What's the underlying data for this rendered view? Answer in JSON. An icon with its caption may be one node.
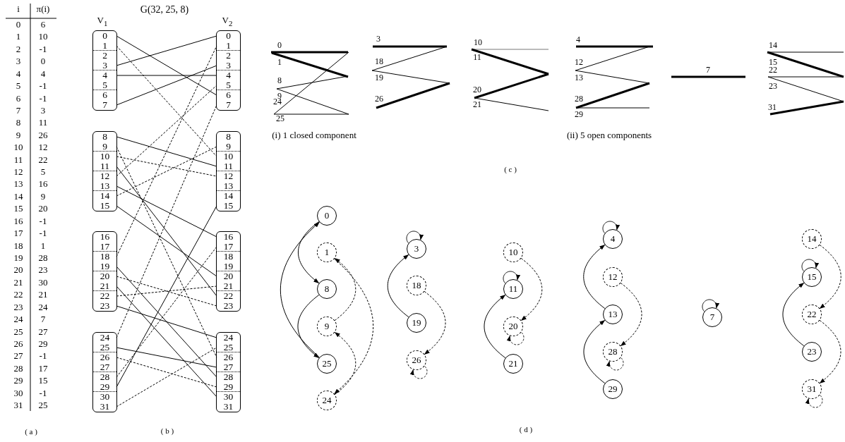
{
  "diagram": {
    "title": "G(32, 25, 8)",
    "nodes": [
      {
        "text": [],
        "shape": "box"
      },
      {
        "text": [
          "0"
        ],
        "in": 0
      },
      {
        "text": [
          "1"
        ],
        "in": 0
      },
      {
        "text": [
          "2"
        ],
        "in": 0
      },
      {
        "text": [
          "3"
        ],
        "in": 0
      },
      {
        "text": [
          "4"
        ],
        "in": 0
      },
      {
        "text": [
          "5"
        ],
        "in": 0
      },
      {
        "text": [
          "6"
        ],
        "in": 0
      },
      {
        "text": [
          "7"
        ],
        "in": 0
      },
      {
        "text": [],
        "shape": "box"
      },
      {
        "text": [
          "0"
        ],
        "in": 9
      },
      {
        "text": [
          "1"
        ],
        "in": 9
      },
      {
        "text": [
          "2"
        ],
        "in": 9
      },
      {
        "text": [
          "3"
        ],
        "in": 9
      },
      {
        "text": [
          "4"
        ],
        "in": 9
      },
      {
        "text": [
          "5"
        ],
        "in": 9
      },
      {
        "text": [
          "6"
        ],
        "in": 9
      },
      {
        "text": [
          "7"
        ],
        "in": 9
      },
      {
        "text": [],
        "shape": "box"
      },
      {
        "text": [
          "8"
        ],
        "in": 18
      },
      {
        "text": [
          "9"
        ],
        "in": 18
      },
      {
        "text": [
          "10"
        ],
        "in": 18
      },
      {
        "text": [
          "11"
        ],
        "in": 18
      },
      {
        "text": [
          "12"
        ],
        "in": 18
      },
      {
        "text": [
          "13"
        ],
        "in": 18
      },
      {
        "text": [
          "14"
        ],
        "in": 18
      },
      {
        "text": [
          "15"
        ],
        "in": 18
      },
      {
        "text": [],
        "shape": "box"
      },
      {
        "text": [
          "8"
        ],
        "in": 27
      },
      {
        "text": [
          "9"
        ],
        "in": 27
      },
      {
        "text": [
          "10"
        ],
        "in": 27
      },
      {
        "text": [
          "11"
        ],
        "in": 27
      },
      {
        "text": [
          "12"
        ],
        "in": 27
      },
      {
        "text": [
          "13"
        ],
        "in": 27
      },
      {
        "text": [
          "14"
        ],
        "in": 27
      },
      {
        "text": [
          "15"
        ],
        "in": 27
      },
      {
        "text": [],
        "shape": "box"
      },
      {
        "text": [
          "16"
        ],
        "in": 36
      },
      {
        "text": [
          "17"
        ],
        "in": 36
      },
      {
        "text": [
          "18"
        ],
        "in": 36
      },
      {
        "text": [
          "19"
        ],
        "in": 36
      },
      {
        "text": [
          "20"
        ],
        "in": 36
      },
      {
        "text": [
          "21"
        ],
        "in": 36
      },
      {
        "text": [
          "22"
        ],
        "in": 36
      },
      {
        "text": [
          "23"
        ],
        "in": 36
      },
      {
        "text": [],
        "shape": "box"
      },
      {
        "text": [
          "16"
        ],
        "in": 45
      },
      {
        "text": [
          "17"
        ],
        "in": 45
      },
      {
        "text": [
          "18"
        ],
        "in": 45
      },
      {
        "text": [
          "19"
        ],
        "in": 45
      },
      {
        "text": [
          "20"
        ],
        "in": 45
      },
      {
        "text": [
          "21"
        ],
        "in": 45
      },
      {
        "text": [
          "22"
        ],
        "in": 45
      },
      {
        "text": [
          "23"
        ],
        "in": 45
      },
      {
        "text": [],
        "shape": "box"
      },
      {
        "text": [
          "24"
        ],
        "in": 54
      },
      {
        "text": [
          "25"
        ],
        "in": 54
      },
      {
        "text": [
          "26"
        ],
        "in": 54
      },
      {
        "text": [
          "27"
        ],
        "in": 54
      },
      {
        "text": [
          "28"
        ],
        "in": 54
      },
      {
        "text": [
          "29"
        ],
        "in": 54
      },
      {
        "text": [
          "30"
        ],
        "in": 54
      },
      {
        "text": [
          "31"
        ],
        "in": 54
      },
      {
        "text": [],
        "shape": "box"
      },
      {
        "text": [
          "24"
        ],
        "in": 63
      },
      {
        "text": [
          "25"
        ],
        "in": 63
      },
      {
        "text": [
          "26"
        ],
        "in": 63
      },
      {
        "text": [
          "27"
        ],
        "in": 63
      },
      {
        "text": [
          "28"
        ],
        "in": 63
      },
      {
        "text": [
          "29"
        ],
        "in": 63
      },
      {
        "text": [
          "30"
        ],
        "in": 63
      },
      {
        "text": [
          "31"
        ],
        "in": 63
      },
      {
        "text": [
          "0"
        ]
      },
      {
        "text": [
          "1"
        ]
      },
      {
        "text": [
          "8"
        ]
      },
      {
        "text": [
          "9"
        ]
      },
      {
        "text": [
          "25"
        ]
      },
      {
        "text": [
          "24"
        ]
      },
      {
        "text": [
          "3"
        ]
      },
      {
        "text": [
          "18"
        ]
      },
      {
        "text": [
          "19"
        ]
      },
      {
        "text": [
          "26"
        ]
      },
      {
        "text": [
          "10"
        ]
      },
      {
        "text": [
          "11"
        ]
      },
      {
        "text": [
          "20"
        ]
      },
      {
        "text": [
          "21"
        ]
      },
      {
        "text": [
          "4"
        ]
      },
      {
        "text": [
          "12"
        ]
      },
      {
        "text": [
          "13"
        ]
      },
      {
        "text": [
          "28"
        ]
      },
      {
        "text": [
          "29"
        ]
      },
      {
        "text": [
          "7"
        ]
      },
      {
        "text": [
          "14"
        ]
      },
      {
        "text": [
          "15"
        ]
      },
      {
        "text": [
          "22"
        ]
      },
      {
        "text": [
          "23"
        ]
      },
      {
        "text": [
          "31"
        ]
      }
    ],
    "edges": [
      {
        "from": 1,
        "to": 16,
        "arrow": "none"
      },
      {
        "from": 2,
        "to": 30,
        "arrow": "none",
        "style": "dashed"
      },
      {
        "from": 4,
        "to": 10,
        "arrow": "none"
      },
      {
        "from": 5,
        "to": 14,
        "arrow": "none"
      },
      {
        "from": 8,
        "to": 13,
        "arrow": "none"
      },
      {
        "from": 19,
        "to": 31,
        "arrow": "none"
      },
      {
        "from": 20,
        "to": 66,
        "arrow": "none",
        "style": "dashed"
      },
      {
        "from": 21,
        "to": 32,
        "arrow": "none",
        "style": "dashed"
      },
      {
        "from": 22,
        "to": 52,
        "arrow": "none"
      },
      {
        "from": 23,
        "to": 15,
        "arrow": "none",
        "style": "dashed"
      },
      {
        "from": 24,
        "to": 46,
        "arrow": "none"
      },
      {
        "from": 25,
        "to": 29,
        "arrow": "none",
        "style": "dashed"
      },
      {
        "from": 26,
        "to": 50,
        "arrow": "none"
      },
      {
        "from": 39,
        "to": 11,
        "arrow": "none",
        "style": "dashed"
      },
      {
        "from": 40,
        "to": 68,
        "arrow": "none"
      },
      {
        "from": 41,
        "to": 53,
        "arrow": "none",
        "style": "dashed"
      },
      {
        "from": 42,
        "to": 70,
        "arrow": "none"
      },
      {
        "from": 43,
        "to": 51,
        "arrow": "none",
        "style": "dashed"
      },
      {
        "from": 44,
        "to": 64,
        "arrow": "none"
      },
      {
        "from": 55,
        "to": 17,
        "arrow": "none",
        "style": "dashed"
      },
      {
        "from": 56,
        "to": 67,
        "arrow": "none"
      },
      {
        "from": 57,
        "to": 69,
        "arrow": "none",
        "style": "dashed"
      },
      {
        "from": 59,
        "to": 47,
        "arrow": "none",
        "style": "dashed"
      },
      {
        "from": 60,
        "to": 35,
        "arrow": "none"
      },
      {
        "from": 62,
        "to": 65,
        "arrow": "none",
        "style": "dashed"
      },
      {
        "from": 72,
        "to": 74,
        "arrow": "to"
      },
      {
        "from": 74,
        "to": 76,
        "arrow": "to"
      },
      {
        "from": 76,
        "to": 72,
        "arrow": "to"
      },
      {
        "from": 75,
        "to": 73,
        "arrow": "to",
        "style": "dashed"
      },
      {
        "from": 77,
        "to": 75,
        "arrow": "to",
        "style": "dashed"
      },
      {
        "from": 73,
        "to": 77,
        "arrow": "to",
        "style": "dashed"
      },
      {
        "from": 78,
        "to": 78,
        "arrow": "to"
      },
      {
        "from": 80,
        "to": 78,
        "arrow": "to"
      },
      {
        "from": 79,
        "to": 81,
        "arrow": "to",
        "style": "dashed"
      },
      {
        "from": 81,
        "to": 81,
        "arrow": "to",
        "style": "dashed"
      },
      {
        "from": 83,
        "to": 83,
        "arrow": "to"
      },
      {
        "from": 85,
        "to": 83,
        "arrow": "to"
      },
      {
        "from": 82,
        "to": 84,
        "arrow": "to",
        "style": "dashed"
      },
      {
        "from": 84,
        "to": 84,
        "arrow": "to",
        "style": "dashed"
      },
      {
        "from": 86,
        "to": 86,
        "arrow": "to"
      },
      {
        "from": 88,
        "to": 86,
        "arrow": "to"
      },
      {
        "from": 90,
        "to": 88,
        "arrow": "to"
      },
      {
        "from": 87,
        "to": 89,
        "arrow": "to",
        "style": "dashed"
      },
      {
        "from": 89,
        "to": 89,
        "arrow": "to",
        "style": "dashed"
      },
      {
        "from": 91,
        "to": 91,
        "arrow": "to"
      },
      {
        "from": 93,
        "to": 93,
        "arrow": "to"
      },
      {
        "from": 95,
        "to": 93,
        "arrow": "to"
      },
      {
        "from": 92,
        "to": 94,
        "arrow": "to",
        "style": "dashed"
      },
      {
        "from": 94,
        "to": 96,
        "arrow": "to",
        "style": "dashed"
      },
      {
        "from": 96,
        "to": 96,
        "arrow": "to",
        "style": "dashed"
      }
    ],
    "labels": [
      "i",
      "π(i)",
      "0",
      "6",
      "1",
      "10",
      "2",
      "-1",
      "3",
      "0",
      "4",
      "4",
      "5",
      "-1",
      "6",
      "-1",
      "7",
      "3",
      "8",
      "11",
      "9",
      "26",
      "10",
      "12",
      "11",
      "22",
      "12",
      "5",
      "13",
      "16",
      "14",
      "9",
      "15",
      "20",
      "16",
      "-1",
      "17",
      "-1",
      "18",
      "1",
      "19",
      "28",
      "20",
      "23",
      "21",
      "30",
      "22",
      "21",
      "23",
      "24",
      "24",
      "7",
      "25",
      "27",
      "26",
      "29",
      "27",
      "-1",
      "28",
      "17",
      "29",
      "15",
      "30",
      "-1",
      "31",
      "25",
      "( a )",
      "V$_{1}$",
      "V$_{2}$",
      "( b )",
      "0",
      "1",
      "8",
      "9",
      "24",
      "25",
      "3",
      "18",
      "19",
      "26",
      "10",
      "11",
      "20",
      "21",
      "4",
      "12",
      "13",
      "28",
      "29",
      "7",
      "14",
      "15",
      "22",
      "23",
      "31",
      "(i) 1 closed component",
      "(ii) 5 open components",
      "( c )",
      "( d )"
    ]
  }
}
